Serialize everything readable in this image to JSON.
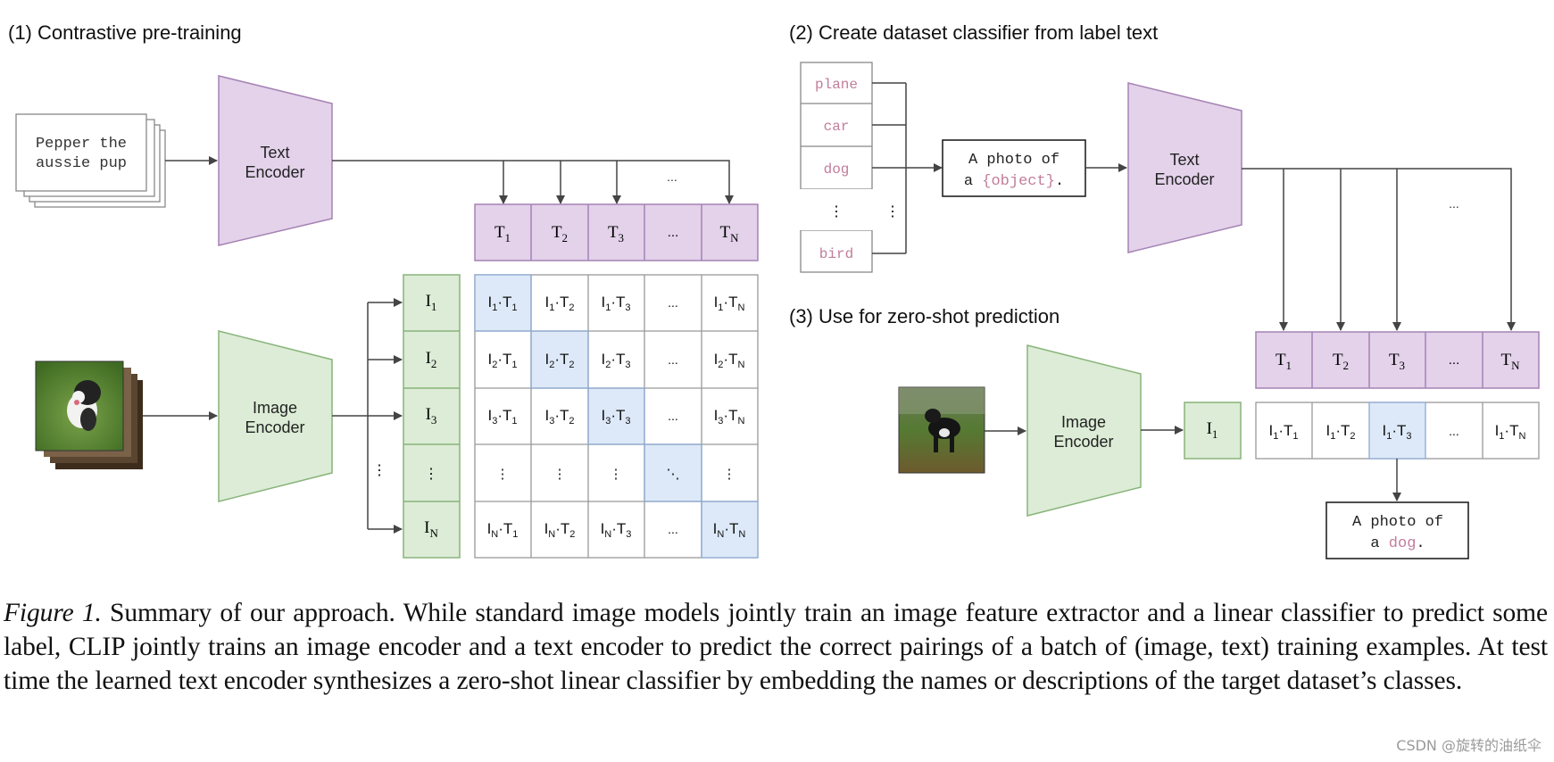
{
  "sections": {
    "pretraining_title": "(1) Contrastive pre-training",
    "classifier_title": "(2) Create dataset classifier from label text",
    "zeroshot_title": "(3) Use for zero-shot prediction"
  },
  "encoders": {
    "text_line1": "Text",
    "text_line2": "Encoder",
    "image_line1": "Image",
    "image_line2": "Encoder"
  },
  "input_text": {
    "line1": "Pepper the",
    "line2": "aussie pup"
  },
  "labels": [
    "plane",
    "car",
    "dog",
    "bird"
  ],
  "template": {
    "line1": "A photo of",
    "prefix": "a ",
    "object": "{object}",
    "suffix": "."
  },
  "prediction": {
    "line1": "A photo of",
    "prefix": "a ",
    "object": "dog",
    "suffix": "."
  },
  "ellipsis": "...",
  "colors": {
    "text_encoder": "#e3d2ea",
    "image_encoder": "#dcecd6",
    "diagonal": "#dde9f8",
    "label_pink": "#c27d9b"
  },
  "caption": {
    "label": "Figure 1.",
    "text": " Summary of our approach. While standard image models jointly train an image feature extractor and a linear classifier to predict some label, CLIP jointly trains an image encoder and a text encoder to predict the correct pairings of a batch of (image, text) training examples. At test time the learned text encoder synthesizes a zero-shot linear classifier by embedding the names or descriptions of the target dataset’s classes."
  },
  "watermark": "CSDN @旋转的油纸伞"
}
